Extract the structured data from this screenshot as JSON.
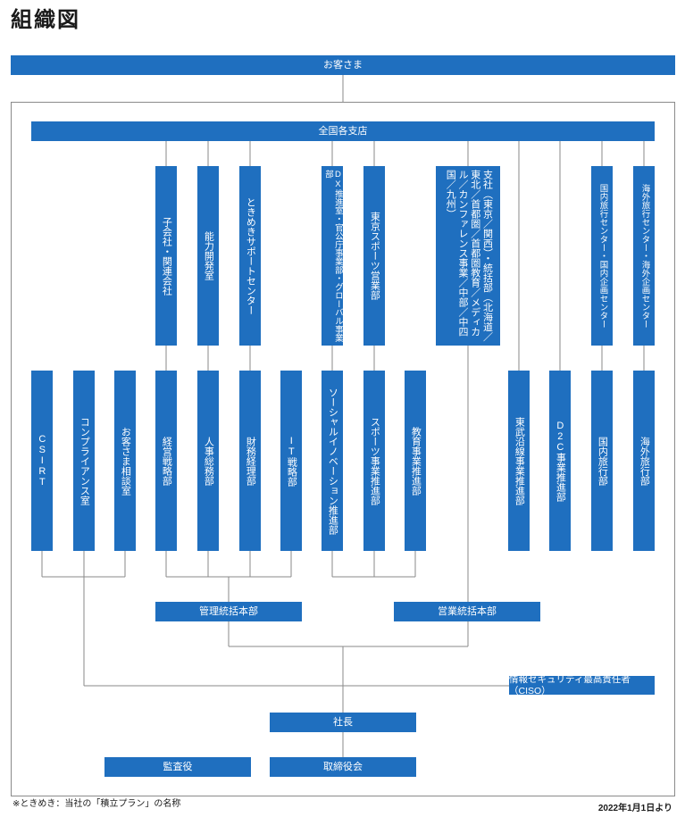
{
  "title": "組織図",
  "top_box": "お客さま",
  "branch_box": "全国各支店",
  "upper_units": [
    "子会社・関連会社",
    "能力開発室",
    "ときめきサポートセンター",
    "DX推進室・官公庁事業部・グローバル事業部",
    "東京スポーツ営業部",
    "支社（東京／関西）・統括部（北海道／東北／首都圏／首都圏教育／メディカル／カンファレンス事業／中部／中四国／九州）",
    "国内旅行センター・国内企画センター",
    "海外旅行センター・海外企画センター"
  ],
  "lower_units": [
    "CSIRT",
    "コンプライアンス室",
    "お客さま相談室",
    "経営戦略部",
    "人事総務部",
    "財務経理部",
    "IT戦略部",
    "ソーシャルイノベーション推進部",
    "スポーツ事業推進部",
    "教育事業推進部",
    "東武沿線事業推進部",
    "D2C事業推進部",
    "国内旅行部",
    "海外旅行部"
  ],
  "management_hq": "管理統括本部",
  "sales_hq": "営業統括本部",
  "ciso": "情報セキュリティ最高責任者（CISO）",
  "president": "社長",
  "auditor": "監査役",
  "board": "取締役会",
  "footnote": "※ときめき：当社の「積立プラン」の名称",
  "date": "2022年1月1日より"
}
